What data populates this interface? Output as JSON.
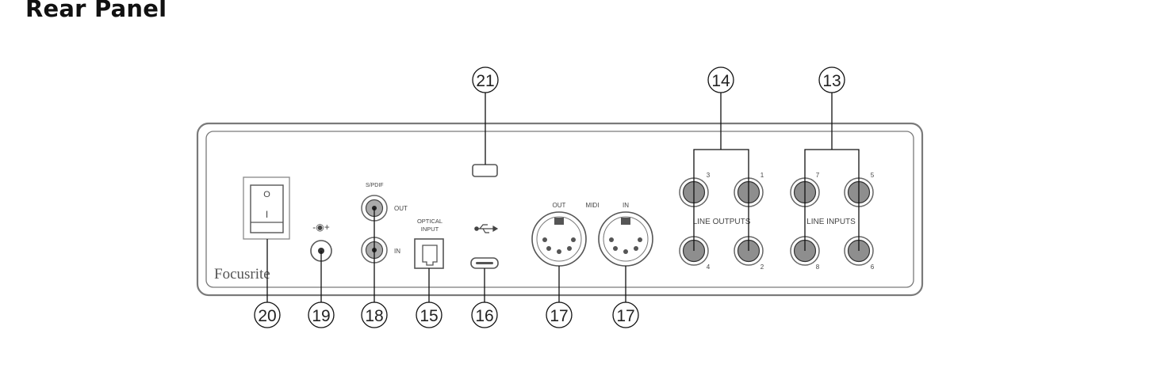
{
  "page": {
    "title": "Rear Panel"
  },
  "panel": {
    "brand": "Focusrite",
    "power_switch": {
      "on_symbol": "I",
      "off_symbol": "O"
    },
    "dc_symbol": "-◉+",
    "spdif": {
      "title": "S/PDIF",
      "out": "OUT",
      "in": "IN"
    },
    "optical": {
      "line1": "OPTICAL",
      "line2": "INPUT"
    },
    "usb_icon": "usb-icon",
    "midi": {
      "label": "MIDI",
      "out": "OUT",
      "in": "IN"
    },
    "line_outputs": {
      "label": "LINE OUTPUTS",
      "numbers": [
        "3",
        "1",
        "4",
        "2"
      ]
    },
    "line_inputs": {
      "label": "LINE INPUTS",
      "numbers": [
        "7",
        "5",
        "8",
        "6"
      ]
    }
  },
  "callouts": {
    "c21": "21",
    "c14": "14",
    "c13": "13",
    "c20": "20",
    "c19": "19",
    "c18": "18",
    "c15": "15",
    "c16": "16",
    "c17a": "17",
    "c17b": "17"
  }
}
